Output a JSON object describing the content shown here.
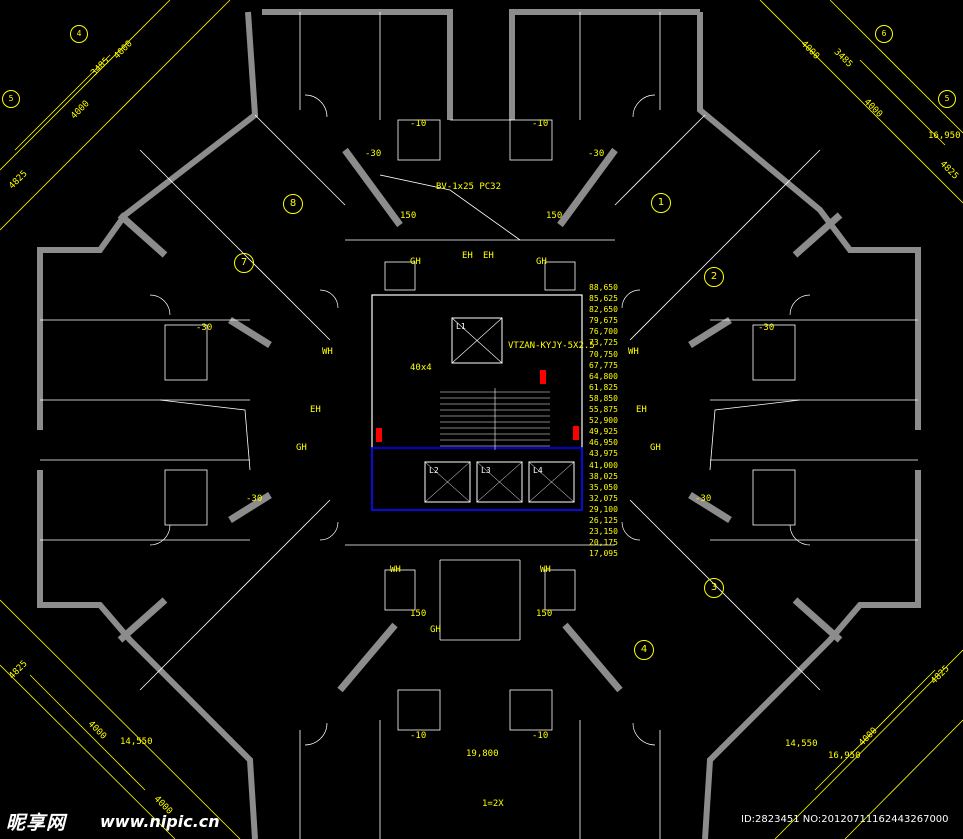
{
  "drawing": {
    "unit_numbers": [
      "1",
      "2",
      "3",
      "4",
      "7",
      "8"
    ],
    "axis_bubbles": [
      "4",
      "5",
      "6",
      "5"
    ],
    "dimensions": {
      "d4000": "4000",
      "d3485": "3485",
      "d4825": "4825",
      "d16950": "16,950",
      "d14550": "14,550",
      "d19800": "19,800"
    },
    "annotations": {
      "cable_top": "BV-1x25 PC32",
      "cable_core": "VTZAN-KYJY-5X2.5",
      "bus_label": "40x4",
      "lift_1": "L1",
      "lift_2": "L2",
      "lift_3": "L3",
      "lift_4": "L4",
      "scale_note": "1=2X",
      "gh": "GH",
      "eh": "EH",
      "wh": "WH",
      "ev150": "150",
      "ev30": "-30",
      "ev10": "-10"
    },
    "elevations": [
      "88,650",
      "85,625",
      "82,650",
      "79,675",
      "76,700",
      "73,725",
      "70,750",
      "67,775",
      "64,800",
      "61,825",
      "58,850",
      "55,875",
      "52,900",
      "49,925",
      "46,950",
      "43,975",
      "41,000",
      "38,025",
      "35,050",
      "32,075",
      "29,100",
      "26,125",
      "23,150",
      "20,175",
      "17,095"
    ]
  },
  "watermark": {
    "logo": "昵享网",
    "url": "www.nipic.cn",
    "id": "ID:2823451 NO:20120711162443267000"
  },
  "colors": {
    "background": "#000000",
    "wall": "#8c8c8c",
    "line_white": "#ffffff",
    "annotation": "#ffff00",
    "highlight": "#ff0000",
    "core": "#0000ff"
  }
}
